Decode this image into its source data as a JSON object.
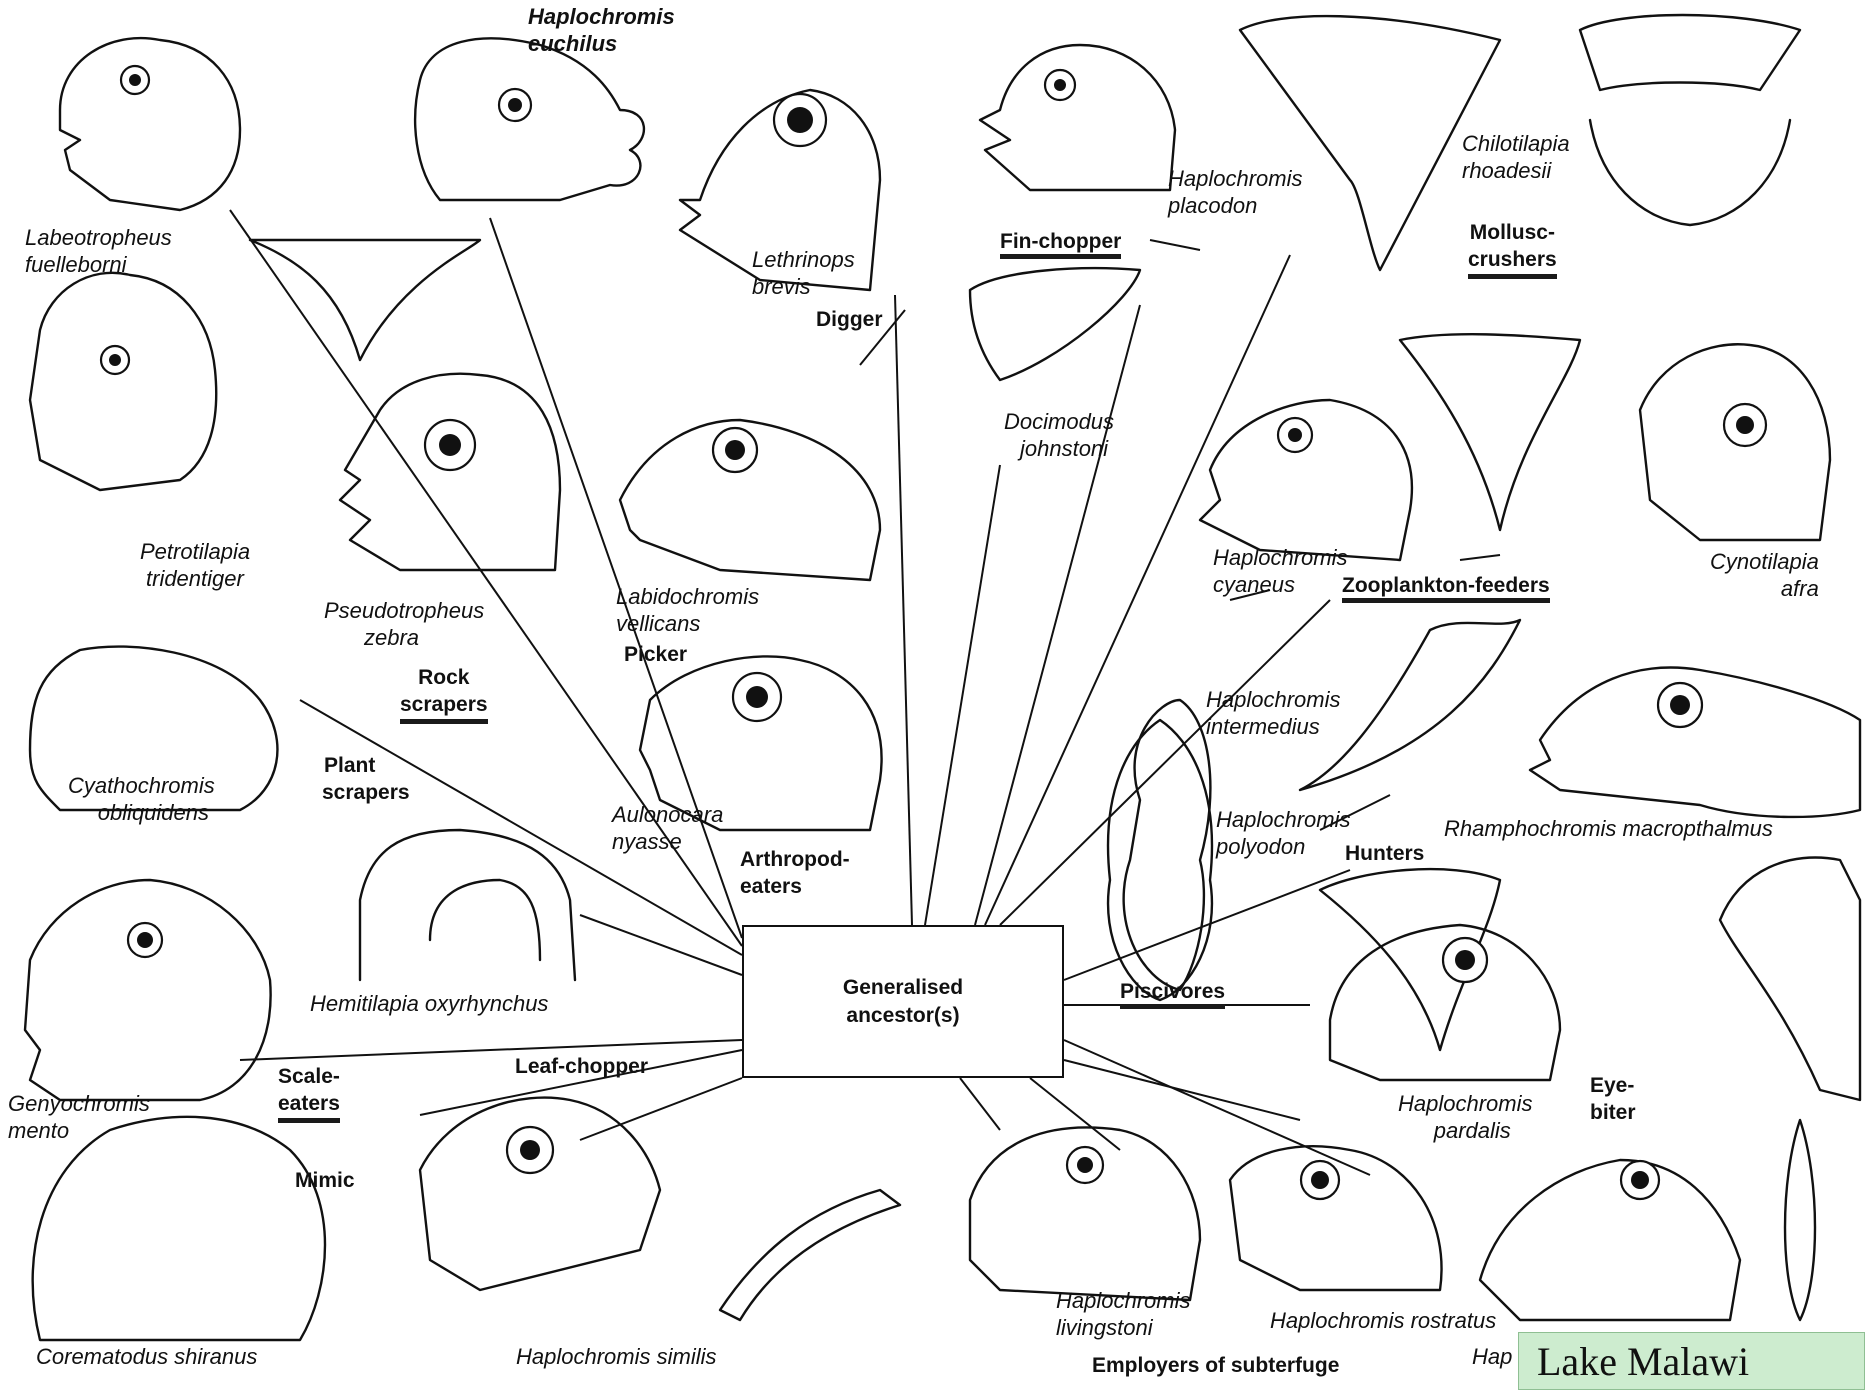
{
  "diagram": {
    "center": {
      "line1": "Generalised",
      "line2": "ancestor(s)"
    },
    "categories": {
      "digger": "Digger",
      "fin_chopper": "Fin-chopper",
      "mollusc_crushers": [
        "Mollusc-",
        "crushers"
      ],
      "zooplankton_feeders": "Zooplankton-feeders",
      "picker": "Picker",
      "rock_scrapers": [
        "Rock",
        "scrapers"
      ],
      "plant_scrapers": [
        "Plant",
        "scrapers"
      ],
      "arthropod_eaters": [
        "Arthropod-",
        "eaters"
      ],
      "hunters": "Hunters",
      "piscivores": "Piscivores",
      "leaf_chopper": "Leaf-chopper",
      "scale_eaters": [
        "Scale-",
        "eaters"
      ],
      "mimic": "Mimic",
      "eye_biter": [
        "Eye-",
        "biter"
      ],
      "employers_of_subterfuge": "Employers of subterfuge"
    },
    "species": {
      "labeotropheus": [
        "Labeotropheus",
        "fuelleborni"
      ],
      "euchilus": [
        "Haplochromis",
        "euchilus"
      ],
      "lethrinops": [
        "Lethrinops",
        "brevis"
      ],
      "placodon": [
        "Haplochromis",
        "placodon"
      ],
      "chilotilapia": [
        "Chilotilapia",
        "rhoadesii"
      ],
      "docimodus": [
        "Docimodus",
        "johnstoni"
      ],
      "petrotilapia": [
        "Petrotilapia",
        "tridentiger"
      ],
      "pseudotropheus": [
        "Pseudotropheus",
        "zebra"
      ],
      "labidochromis": [
        "Labidochromis",
        "vellicans"
      ],
      "cyaneus": [
        "Haplochromis",
        "cyaneus"
      ],
      "cynotilapia": [
        "Cynotilapia",
        "afra"
      ],
      "intermedius": [
        "Haplochromis",
        "intermedius"
      ],
      "polyodon": [
        "Haplochromis",
        "polyodon"
      ],
      "cyathochromis": [
        "Cyathochromis",
        "obliquidens"
      ],
      "aulonocara": [
        "Aulonocara",
        "nyasse"
      ],
      "rhamphochromis": "Rhamphochromis macropthalmus",
      "hemitilapia": "Hemitilapia oxyrhynchus",
      "pardalis": [
        "Haplochromis",
        "pardalis"
      ],
      "genyochromis": [
        "Genyochromis",
        "mento"
      ],
      "corematodus": "Corematodus shiranus",
      "similis": "Haplochromis similis",
      "livingstoni": [
        "Haplochromis",
        "livingstoni"
      ],
      "rostratus": "Haplochromis rostratus",
      "hap_cut": "Hap"
    },
    "caption": "Lake Malawi"
  }
}
